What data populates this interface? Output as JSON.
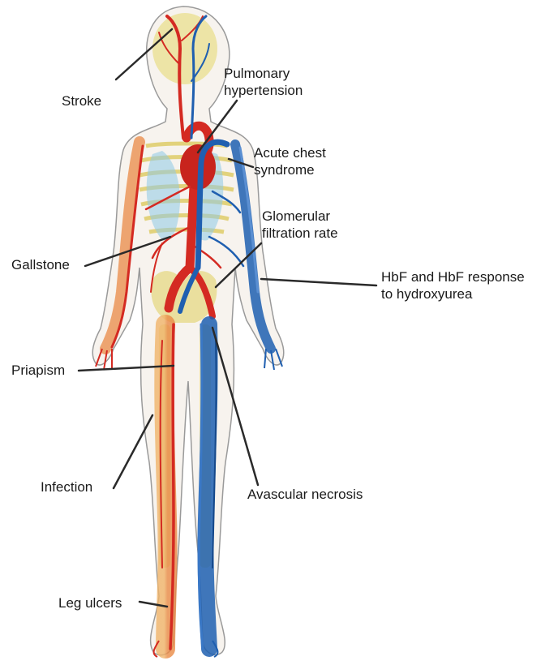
{
  "labels": {
    "stroke": "Stroke",
    "pulmonary_hypertension": [
      "Pulmonary",
      "hypertension"
    ],
    "acute_chest_syndrome": [
      "Acute chest",
      "syndrome"
    ],
    "glomerular_filtration_rate": [
      "Glomerular",
      "filtration rate"
    ],
    "gallstone": "Gallstone",
    "hbf_response": [
      "HbF and HbF response",
      "to hydroxyurea"
    ],
    "priapism": "Priapism",
    "infection": "Infection",
    "avascular_necrosis": "Avascular necrosis",
    "leg_ulcers": "Leg ulcers"
  },
  "colors": {
    "arteries": "#d42a22",
    "veins": "#1f5fb0",
    "skin_outline": "#9a9a9a",
    "bone": "#e6d98a",
    "lungs": "#8ec9e6",
    "leader_line": "#2a2a2a"
  }
}
